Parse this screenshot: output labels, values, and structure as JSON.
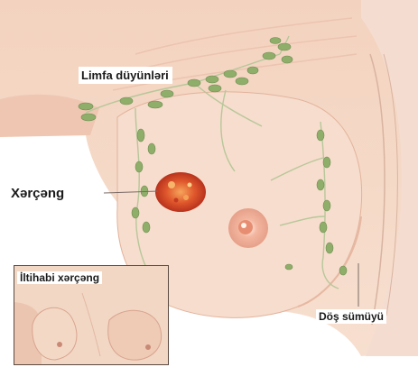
{
  "labels": {
    "lymph_nodes": "Limfa düyünləri",
    "cancer": "Xərçəng",
    "sternum": "Döş sümüyü",
    "inset_title": "İltihabi xərçəng"
  },
  "colors": {
    "skin": "#f6dccb",
    "skin_shadow": "#e9b9a3",
    "lymph_node": "#8fae6a",
    "vessel": "#b7c79a",
    "tumor": "#d9482a",
    "nipple": "#e9a48e",
    "bone": "#f2ebe3"
  },
  "icons": [
    "breast-illustration",
    "lymph-node-icon",
    "tumor-icon",
    "nipple-icon"
  ]
}
